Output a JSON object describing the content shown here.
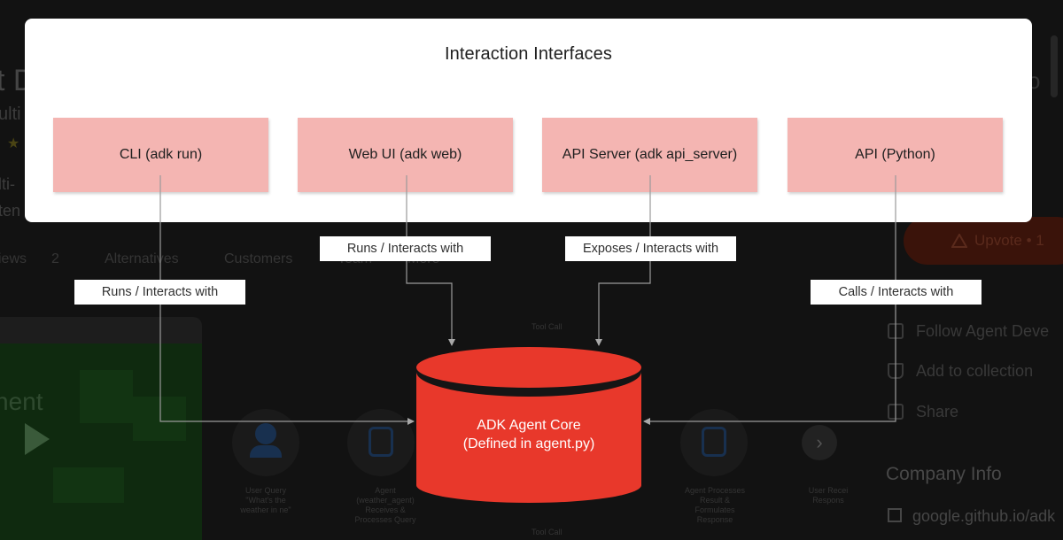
{
  "background_page": {
    "title_fragment": "t D",
    "subtitle_fragment": "ulti",
    "desc_fragment_1": "lti-",
    "desc_fragment_2": "ten",
    "tabs": [
      "iews",
      "2",
      "Alternatives",
      "Customers",
      "Team",
      "More"
    ],
    "video_title_fragment": "nent",
    "flow_labels": [
      "User Query \"What's the weather in ne\"",
      "Agent (weather_agent) Receives & Processes Query",
      "Agent Processes Result & Formulates Response",
      "User Recei Respons"
    ],
    "tool_call_label": "Tool Call",
    "upvote_label": "Upvote • 1",
    "side_actions": [
      "Follow Agent Deve",
      "Add to collection",
      "Share"
    ],
    "company_heading": "Company Info",
    "company_link": "google.github.io/adk",
    "top_right_fragment": "o"
  },
  "diagram": {
    "panel_title": "Interaction Interfaces",
    "interfaces": [
      {
        "label": "CLI (adk run)"
      },
      {
        "label": "Web UI (adk web)"
      },
      {
        "label": "API Server (adk api_server)"
      },
      {
        "label": "API (Python)"
      }
    ],
    "edges": [
      {
        "label": "Runs / Interacts with"
      },
      {
        "label": "Runs / Interacts with"
      },
      {
        "label": "Exposes / Interacts with"
      },
      {
        "label": "Calls / Interacts with"
      }
    ],
    "core": {
      "line1": "ADK Agent Core",
      "line2": "(Defined in agent.py)"
    },
    "colors": {
      "panel": "#ffffff",
      "interface_box": "#f4b5b2",
      "core": "#e8382b",
      "arrow": "#9a9a9a"
    }
  }
}
